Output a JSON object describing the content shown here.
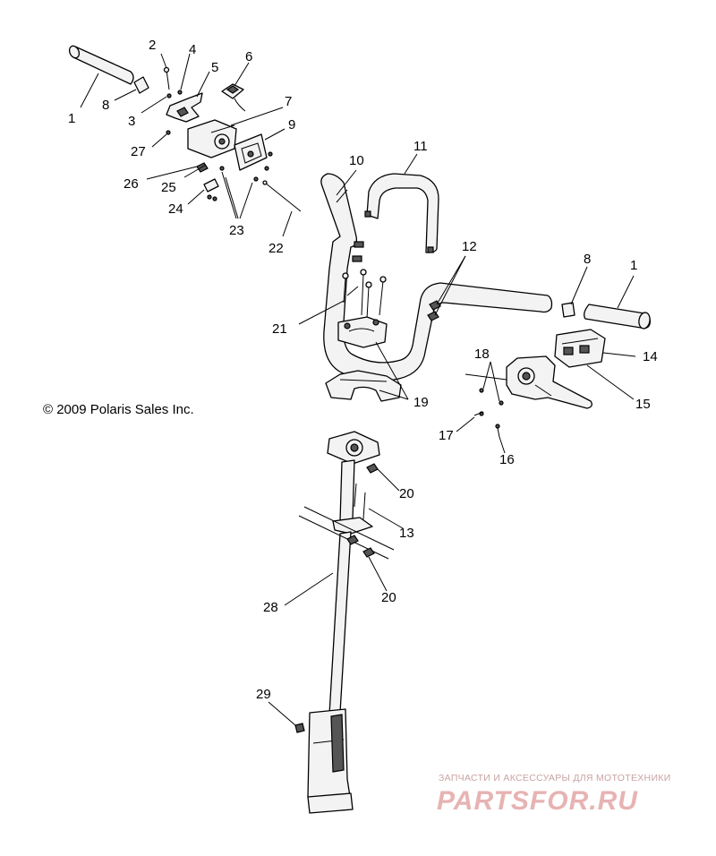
{
  "copyright": "© 2009 Polaris Sales Inc.",
  "watermark": {
    "tagline": "ЗАПЧАСТИ И АКСЕССУАРЫ ДЛЯ МОТОТЕХНИКИ",
    "brand": "PARTSFOR.RU",
    "color": "#e7b3b3"
  },
  "callouts": {
    "c1a": "1",
    "c1b": "1",
    "c2": "2",
    "c3": "3",
    "c4": "4",
    "c5": "5",
    "c6": "6",
    "c7": "7",
    "c8a": "8",
    "c8b": "8",
    "c9": "9",
    "c10": "10",
    "c11": "11",
    "c12": "12",
    "c13": "13",
    "c14": "14",
    "c15": "15",
    "c16": "16",
    "c17": "17",
    "c18": "18",
    "c19": "19",
    "c20a": "20",
    "c20b": "20",
    "c21": "21",
    "c22": "22",
    "c23": "23",
    "c24": "24",
    "c25": "25",
    "c26": "26",
    "c27": "27",
    "c28": "28",
    "c29": "29"
  }
}
